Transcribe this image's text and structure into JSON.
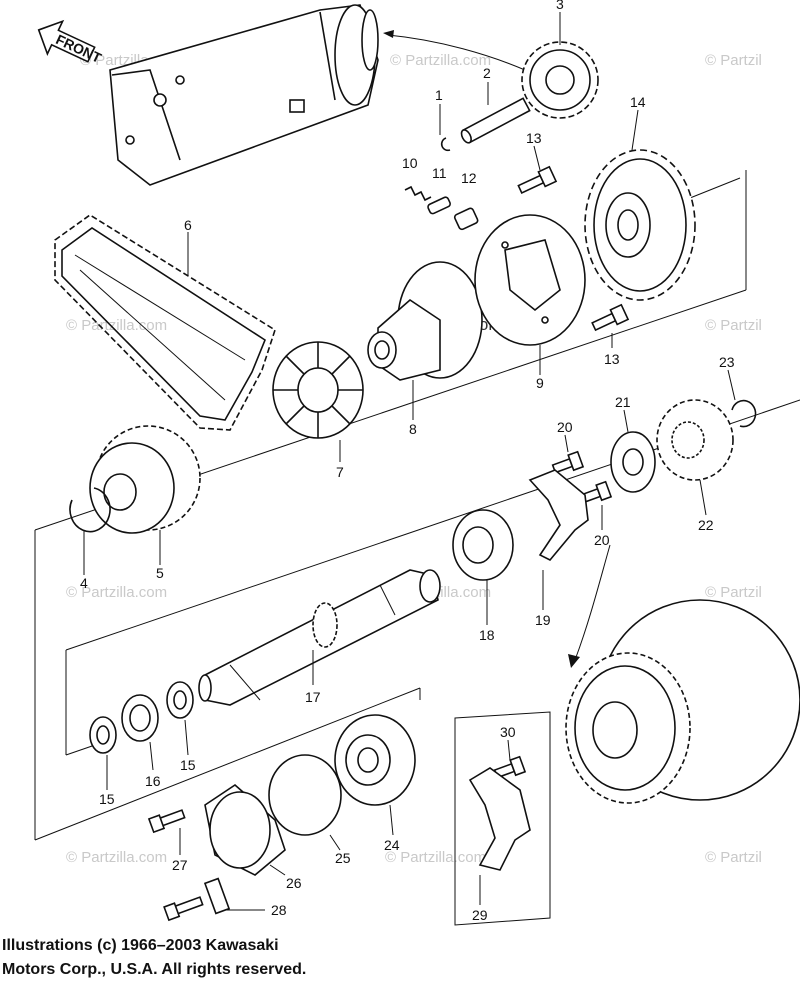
{
  "direction_label": "FRONT",
  "watermarks": {
    "center": "© Partzilla.com",
    "tile": "© Partzilla.com",
    "tile_edge_right": "© Partzil",
    "tile_edge_left": "© Partzilla.com"
  },
  "part_numbers": [
    "1",
    "2",
    "3",
    "4",
    "5",
    "6",
    "7",
    "8",
    "9",
    "10",
    "11",
    "12",
    "13",
    "13",
    "14",
    "15",
    "15",
    "16",
    "17",
    "18",
    "19",
    "20",
    "20",
    "21",
    "22",
    "23",
    "24",
    "25",
    "26",
    "27",
    "28",
    "29",
    "30"
  ],
  "copyright": {
    "line1": "Illustrations (c) 1966–2003 Kawasaki",
    "line2": "Motors Corp., U.S.A.  All rights reserved."
  }
}
